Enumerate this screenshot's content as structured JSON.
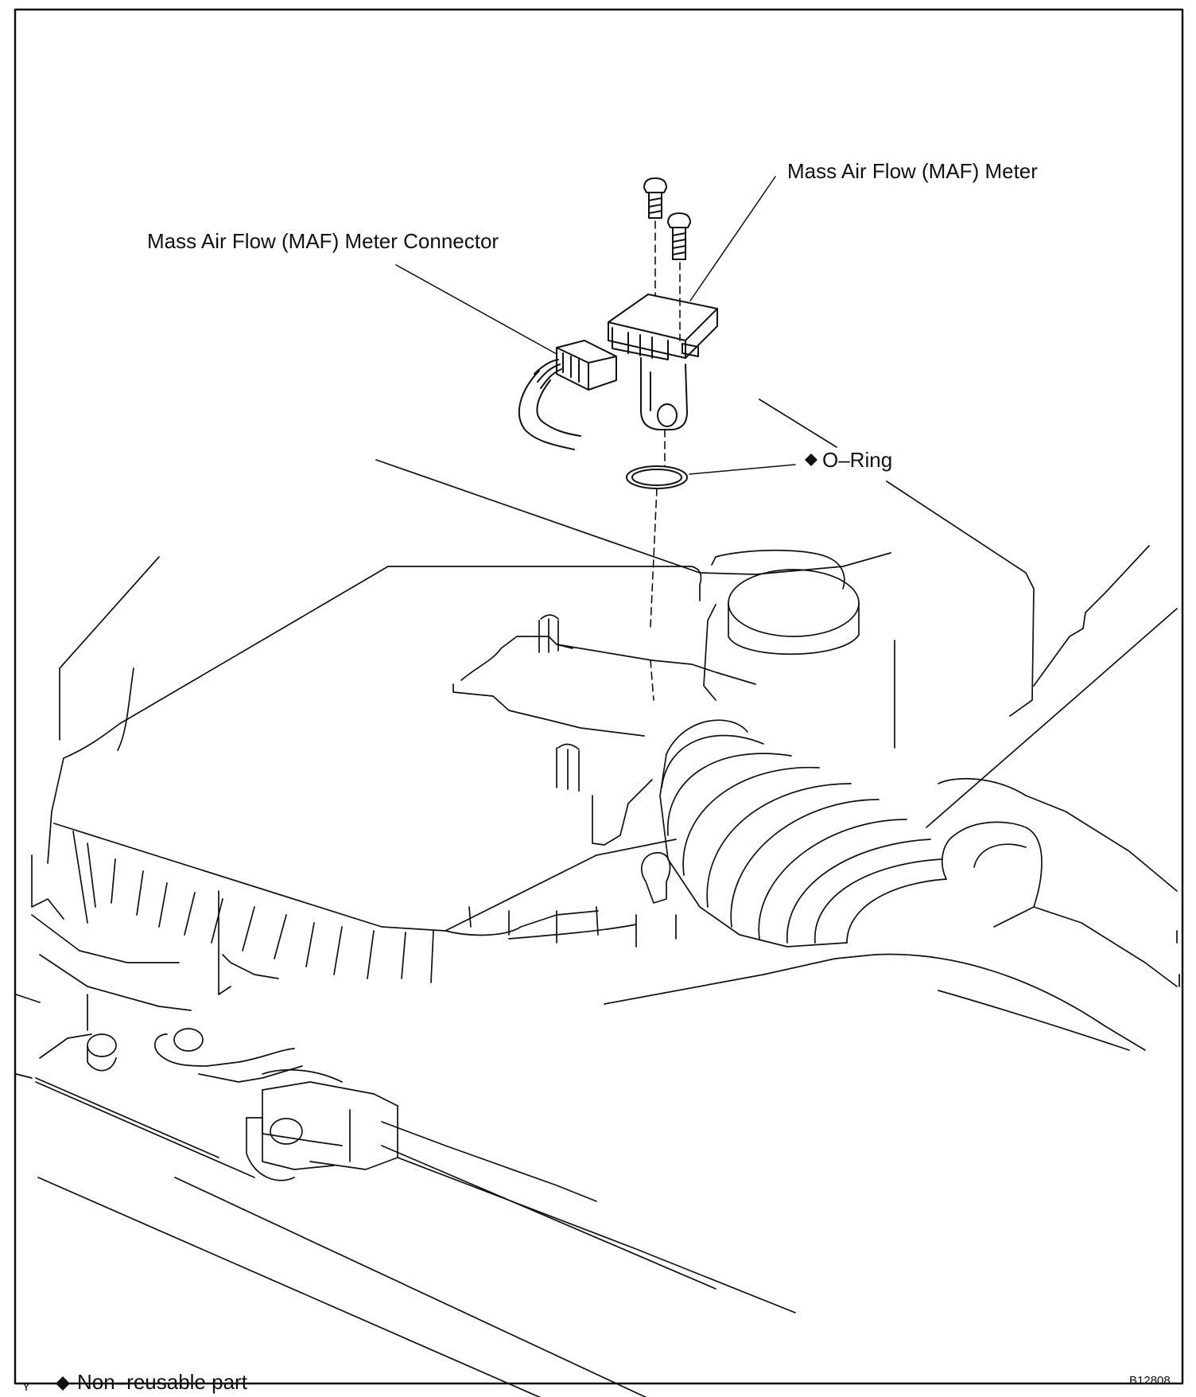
{
  "labels": {
    "maf_meter": "Mass Air Flow (MAF) Meter",
    "maf_connector": "Mass Air Flow (MAF) Meter Connector",
    "o_ring": "O–Ring",
    "legend": "Non–reusable part",
    "figure_id": "B12808",
    "corner_mark": "Y"
  },
  "legend_symbol": "◆",
  "icons": {
    "non_reusable_marker": "diamond-icon"
  },
  "colors": {
    "line": "#111111",
    "background": "#ffffff"
  }
}
